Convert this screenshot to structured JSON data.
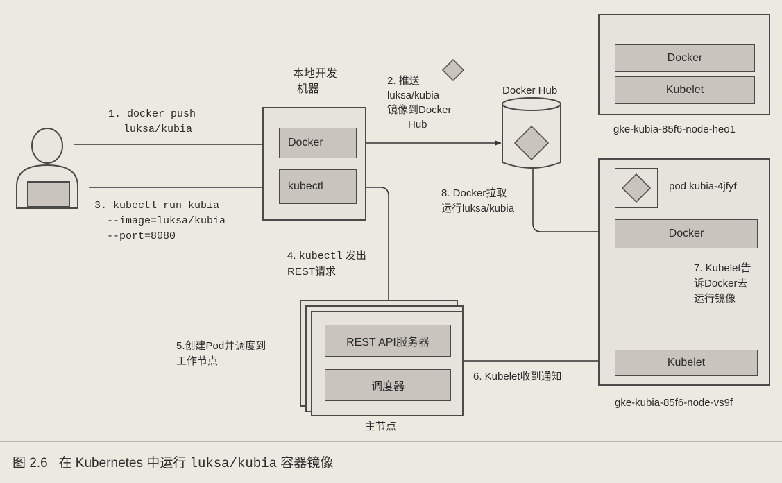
{
  "local_machine": {
    "title_line1": "本地开发",
    "title_line2": "机器",
    "docker_label": "Docker",
    "kubectl_label": "kubectl"
  },
  "steps": {
    "s1_line1": "1. docker push",
    "s1_line2": "luksa/kubia",
    "s2_line1": "2. 推送",
    "s2_line2": "luksa/kubia",
    "s2_line3": "镜像到Docker",
    "s2_line4": "Hub",
    "s3_line1": "3. kubectl run kubia",
    "s3_line2": "--image=luksa/kubia",
    "s3_line3": "--port=8080",
    "s4_prefix": "4. ",
    "s4_mono": "kubectl",
    "s4_suffix": " 发出",
    "s4_line2": "REST请求",
    "s5_line1": "5.创建Pod并调度到",
    "s5_line2": "工作节点",
    "s6": "6. Kubelet收到通知",
    "s7_line1": "7. Kubelet告",
    "s7_line2": "诉Docker去",
    "s7_line3": "运行镜像",
    "s8_line1": "8. Docker拉取",
    "s8_line2": "运行luksa/kubia"
  },
  "docker_hub": {
    "label": "Docker Hub"
  },
  "master": {
    "api_label": "REST API服务器",
    "scheduler_label": "调度器",
    "caption": "主节点"
  },
  "node1": {
    "docker_label": "Docker",
    "kubelet_label": "Kubelet",
    "name": "gke-kubia-85f6-node-heo1"
  },
  "node2": {
    "pod_label": "pod kubia-4jfyf",
    "docker_label": "Docker",
    "kubelet_label": "Kubelet",
    "name": "gke-kubia-85f6-node-vs9f"
  },
  "figure_caption": {
    "prefix": "图 2.6   在 Kubernetes 中运行 ",
    "mono": "luksa/kubia",
    "suffix": " 容器镜像"
  }
}
